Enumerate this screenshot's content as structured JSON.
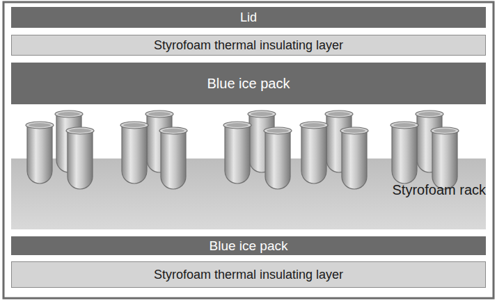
{
  "diagram": {
    "nodes": [
      {
        "text": [
          "Lid"
        ]
      },
      {
        "text": [
          "Styrofoam thermal insulating layer"
        ]
      },
      {
        "text": [
          "Blue ice pack"
        ]
      },
      {
        "text": [
          "Styrofoam rack"
        ]
      },
      {
        "text": [
          "Blue ice pack"
        ]
      },
      {
        "text": [
          "Styrofoam thermal insulating layer"
        ]
      }
    ]
  }
}
